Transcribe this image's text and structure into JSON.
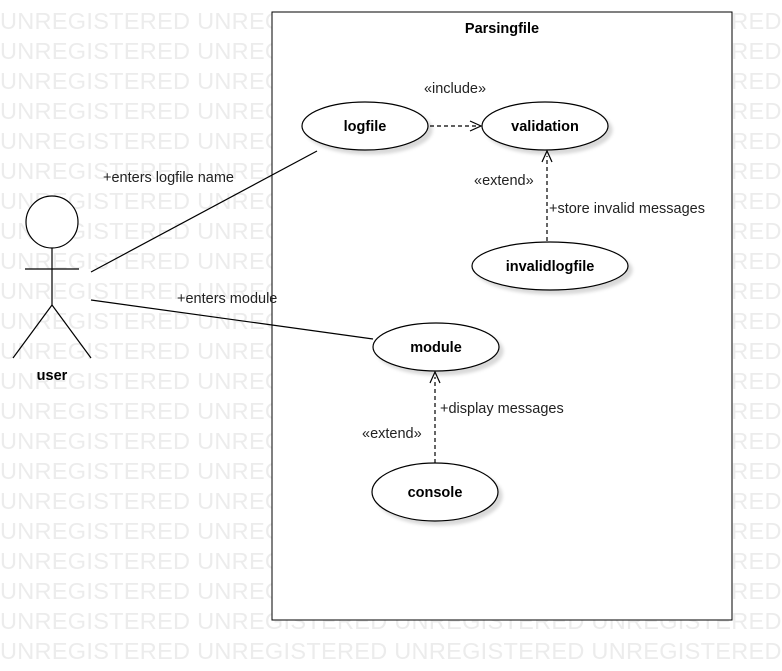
{
  "watermark_text": "UNREGISTERED",
  "system": {
    "title": "Parsingfile"
  },
  "actor": {
    "name": "user"
  },
  "use_cases": {
    "logfile": "logfile",
    "validation": "validation",
    "invalidlogfile": "invalidlogfile",
    "module": "module",
    "console": "console"
  },
  "associations": {
    "enters_logfile_name": "+enters logfile name",
    "enters_module": "+enters module"
  },
  "relations": {
    "include": "«include»",
    "extend_validation": "«extend»",
    "store_invalid_messages": "+store invalid messages",
    "extend_module": "«extend»",
    "display_messages": "+display messages"
  }
}
